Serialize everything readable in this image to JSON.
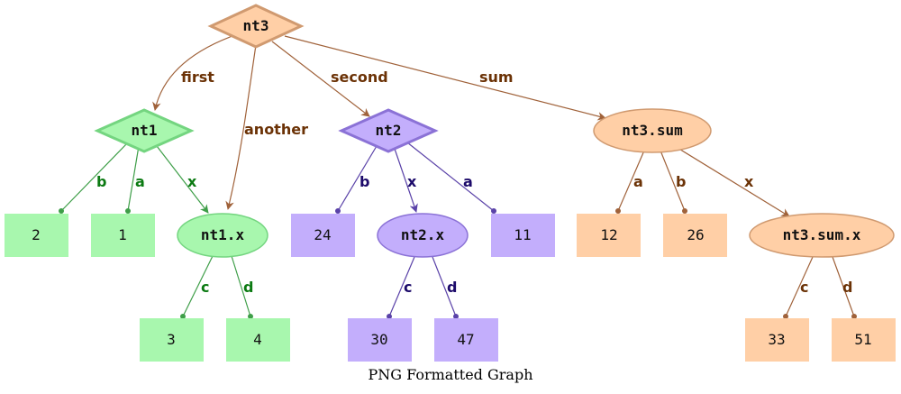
{
  "caption": "PNG Formatted Graph",
  "colors": {
    "orange_fill": "#ffcfa6",
    "orange_stroke": "#d09a70",
    "orange_edge": "#a0623a",
    "orange_label": "#6b3206",
    "green_fill": "#a8f7ae",
    "green_stroke": "#74d580",
    "green_edge": "#3e9e48",
    "green_label": "#0b7a12",
    "purple_fill": "#c3aefc",
    "purple_stroke": "#8b72d6",
    "purple_edge": "#5a42a8",
    "purple_label": "#1c0a6a",
    "text": "#111111"
  },
  "nodes": {
    "nt3": "nt3",
    "nt1": "nt1",
    "nt2": "nt2",
    "nt3_sum": "nt3.sum",
    "nt1_x": "nt1.x",
    "nt2_x": "nt2.x",
    "nt3_sum_x": "nt3.sum.x",
    "nt1_b_val": "2",
    "nt1_a_val": "1",
    "nt1x_c_val": "3",
    "nt1x_d_val": "4",
    "nt2_b_val": "24",
    "nt2_a_val": "11",
    "nt2x_c_val": "30",
    "nt2x_d_val": "47",
    "sum_a_val": "12",
    "sum_b_val": "26",
    "sumx_c_val": "33",
    "sumx_d_val": "51"
  },
  "edges": {
    "first": "first",
    "another": "another",
    "second": "second",
    "sum": "sum",
    "nt1_b": "b",
    "nt1_a": "a",
    "nt1_x": "x",
    "nt1x_c": "c",
    "nt1x_d": "d",
    "nt2_b": "b",
    "nt2_x": "x",
    "nt2_a": "a",
    "nt2x_c": "c",
    "nt2x_d": "d",
    "sum_a": "a",
    "sum_b": "b",
    "sum_x": "x",
    "sumx_c": "c",
    "sumx_d": "d"
  }
}
